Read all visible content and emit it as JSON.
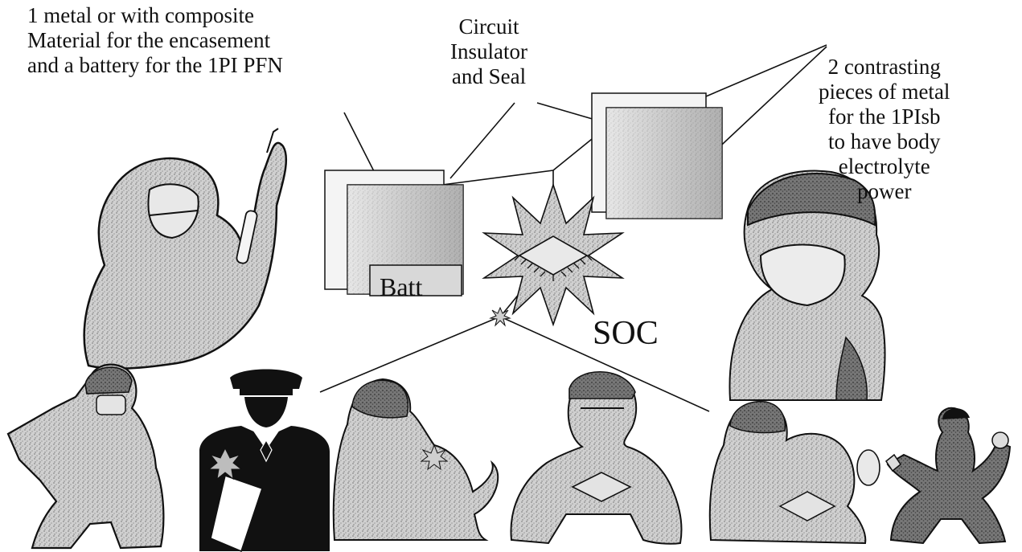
{
  "labels": {
    "top_left": [
      "1 metal or with composite",
      "Material for the encasement",
      "and a battery for the 1PI  PFN"
    ],
    "circuit": [
      "Circuit",
      "Insulator",
      "and Seal"
    ],
    "right": [
      "2 contrasting",
      "pieces of metal",
      "for the 1PIsb",
      "to have body",
      "electrolyte",
      "power"
    ],
    "soc": "SOC",
    "batt": "Batt"
  },
  "figures": [
    {
      "icon": "researcher-test-tube-icon"
    },
    {
      "icon": "surgeon-icon"
    },
    {
      "icon": "firefighter-icon"
    },
    {
      "icon": "police-officer-icon"
    },
    {
      "icon": "person-with-dog-icon"
    },
    {
      "icon": "miner-worker-icon"
    },
    {
      "icon": "caregiver-elderly-icon"
    },
    {
      "icon": "mechanic-icon"
    }
  ],
  "colors": {
    "stroke": "#111111",
    "fill_gray": "#b8b8b8",
    "fill_light": "#e6e6e6",
    "fill_dark": "#555555"
  }
}
